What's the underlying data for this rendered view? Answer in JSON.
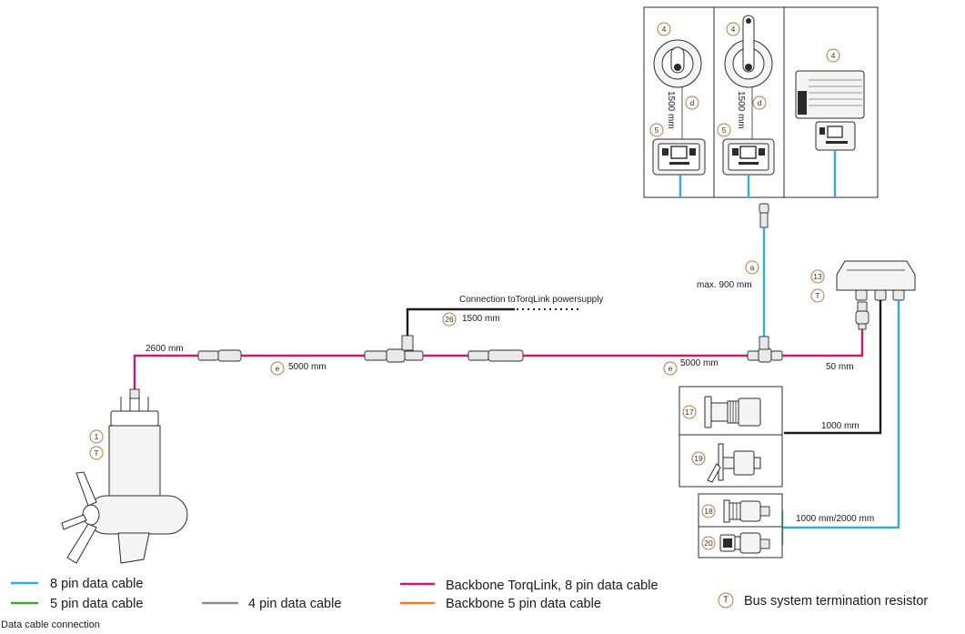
{
  "colors": {
    "backbone_torqlink": "#c8177e",
    "data_8pin": "#36a9e1",
    "data_5pin": "#3aaa35",
    "data_4pin": "#8c8c8c",
    "backbone_5pin": "#f07d1a",
    "power_cable": "#1a1a1a",
    "callout_outline": "#c0733a"
  },
  "callouts": {
    "panel_throttle_left": "4",
    "panel_throttle_right": "4",
    "panel_motor_display": "4",
    "panel_display_left": "5",
    "panel_display_right": "5",
    "panel_cable_left": "d",
    "panel_cable_right": "d",
    "drop_cable": "a",
    "gateway": "13",
    "gateway_terminator": "T",
    "power_cable": "26",
    "backbone_cable_left": "e",
    "backbone_cable_right": "e",
    "device_17": "17",
    "device_19": "19",
    "device_18": "18",
    "device_20": "20",
    "motor": "1",
    "motor_terminator": "T"
  },
  "dimensions": {
    "panel_cable_left": "1500 mm",
    "panel_cable_right": "1500 mm",
    "drop_cable": "max. 900 mm",
    "motor_cable": "2600 mm",
    "backbone_left": "5000 mm",
    "backbone_right": "5000 mm",
    "gateway_link": "50 mm",
    "power_cable": "1500 mm",
    "black_cable": "1000 mm",
    "blue_cable": "1000 mm/2000 mm"
  },
  "annotations": {
    "power_connection": "Connection toTorqLink powersupply"
  },
  "legend": {
    "items": [
      {
        "label": "8 pin data cable",
        "color": "#36a9e1"
      },
      {
        "label": "5 pin data cable",
        "color": "#3aaa35"
      },
      {
        "label": "4 pin data cable",
        "color": "#8c8c8c"
      },
      {
        "label": "Backbone TorqLink, 8 pin data cable",
        "color": "#c8177e"
      },
      {
        "label": "Backbone 5 pin data cable",
        "color": "#f07d1a"
      }
    ],
    "termination_symbol": "T",
    "termination_label": "Bus system termination resistor",
    "caption": "Data cable connection"
  }
}
